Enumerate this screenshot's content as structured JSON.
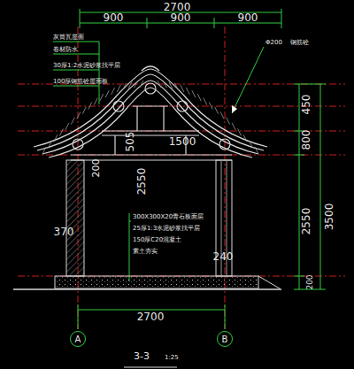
{
  "diagram": {
    "nodes": [
      {
        "text": [
          "A"
        ]
      },
      {
        "text": [
          "B"
        ]
      }
    ],
    "labels": [
      "2700",
      "900",
      "900",
      "900",
      "灰筒瓦屋面",
      "卷材防水",
      "30厚1:2水泥砂浆找平层",
      "100厚钢筋砼屋面板",
      "Φ200",
      "钢筋砼",
      "450",
      "800",
      "2550",
      "3500",
      "200",
      "505",
      "1500",
      "2550",
      "200",
      "370",
      "300X300X20青石板面层",
      "25厚1:3水泥砂浆找平层",
      "150厚C20混凝土",
      "素土夯实",
      "240",
      "2700",
      "3-3",
      "1:25"
    ]
  }
}
